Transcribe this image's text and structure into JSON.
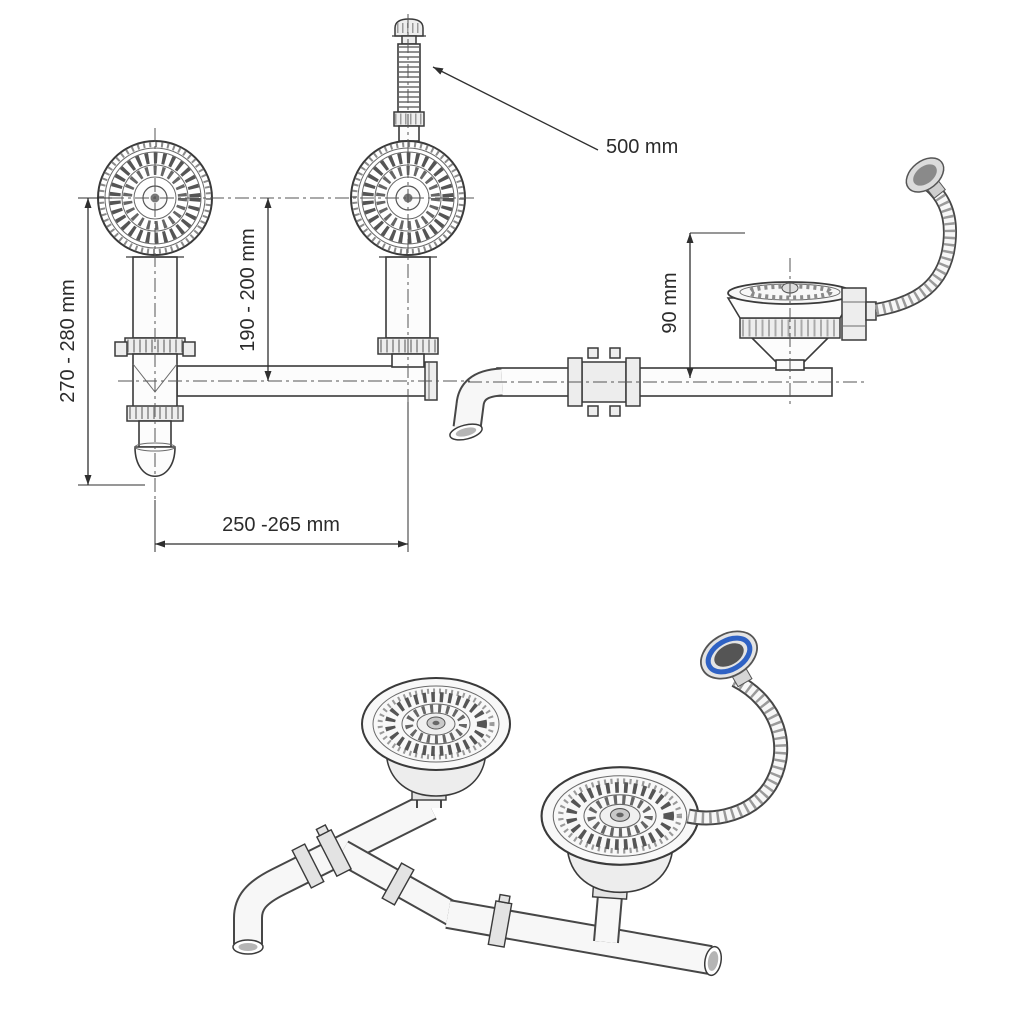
{
  "canvas": {
    "background": "#ffffff"
  },
  "colors": {
    "line": "#3a3a3a",
    "accent_blue": "#2f62c4",
    "metal_light": "#f2f2f2"
  },
  "front_view": {
    "dim_height_total": "270 - 280 mm",
    "dim_height_pipe": "190 - 200 mm",
    "dim_width_centers": "250 -265 mm"
  },
  "overflow": {
    "dim_hose_length": "500 mm",
    "dim_height": "90 mm"
  }
}
